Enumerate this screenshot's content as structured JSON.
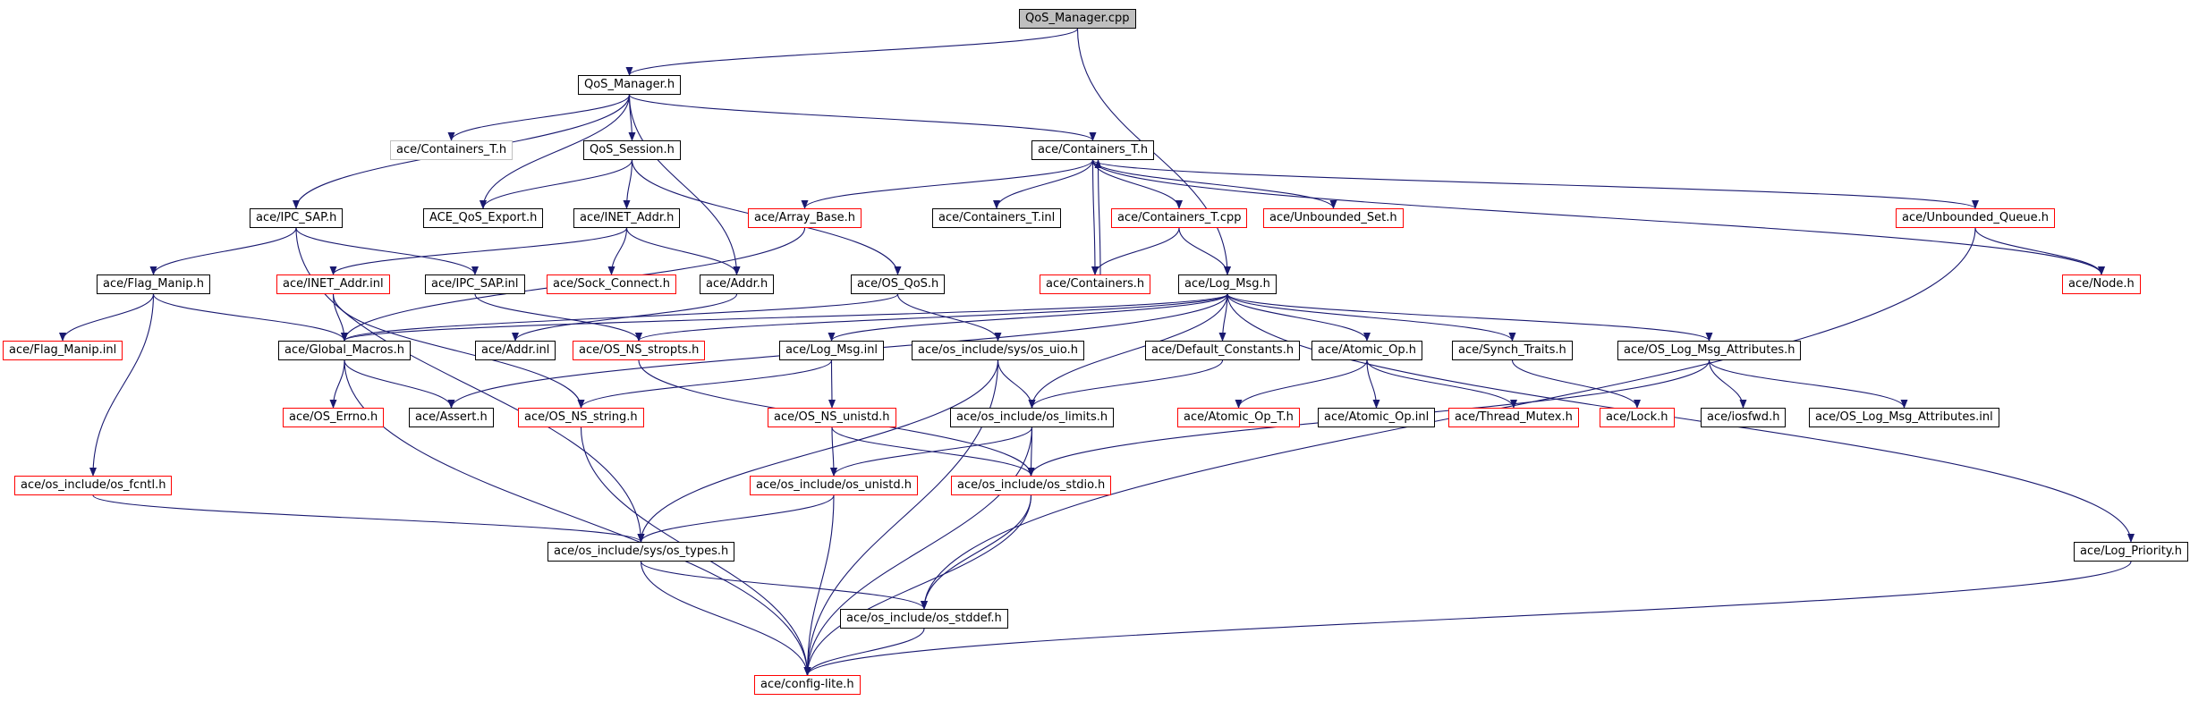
{
  "colors": {
    "edge": "#191970",
    "border_normal": "#000000",
    "border_missing": "#ff0000",
    "border_gray": "#bfbfbf",
    "root_fill": "#bfbfbf"
  },
  "nodes": [
    {
      "id": "qos_manager_cpp",
      "label": "QoS_Manager.cpp",
      "style": "root"
    },
    {
      "id": "qos_manager_h",
      "label": "QoS_Manager.h",
      "style": "normal"
    },
    {
      "id": "containers_t_h_gray",
      "label": "ace/Containers_T.h",
      "style": "gray"
    },
    {
      "id": "qos_session_h",
      "label": "QoS_Session.h",
      "style": "normal"
    },
    {
      "id": "containers_t_h",
      "label": "ace/Containers_T.h",
      "style": "normal"
    },
    {
      "id": "ipc_sap_h",
      "label": "ace/IPC_SAP.h",
      "style": "normal"
    },
    {
      "id": "ace_qos_export_h",
      "label": "ACE_QoS_Export.h",
      "style": "normal"
    },
    {
      "id": "inet_addr_h",
      "label": "ace/INET_Addr.h",
      "style": "normal"
    },
    {
      "id": "array_base_h",
      "label": "ace/Array_Base.h",
      "style": "red"
    },
    {
      "id": "containers_t_inl",
      "label": "ace/Containers_T.inl",
      "style": "normal"
    },
    {
      "id": "containers_t_cpp",
      "label": "ace/Containers_T.cpp",
      "style": "red"
    },
    {
      "id": "unbounded_set_h",
      "label": "ace/Unbounded_Set.h",
      "style": "red"
    },
    {
      "id": "unbounded_queue_h",
      "label": "ace/Unbounded_Queue.h",
      "style": "red"
    },
    {
      "id": "flag_manip_h",
      "label": "ace/Flag_Manip.h",
      "style": "normal"
    },
    {
      "id": "inet_addr_inl",
      "label": "ace/INET_Addr.inl",
      "style": "red"
    },
    {
      "id": "ipc_sap_inl",
      "label": "ace/IPC_SAP.inl",
      "style": "normal"
    },
    {
      "id": "sock_connect_h",
      "label": "ace/Sock_Connect.h",
      "style": "red"
    },
    {
      "id": "addr_h",
      "label": "ace/Addr.h",
      "style": "normal"
    },
    {
      "id": "os_qos_h",
      "label": "ace/OS_QoS.h",
      "style": "normal"
    },
    {
      "id": "containers_h",
      "label": "ace/Containers.h",
      "style": "red"
    },
    {
      "id": "log_msg_h",
      "label": "ace/Log_Msg.h",
      "style": "normal"
    },
    {
      "id": "node_h",
      "label": "ace/Node.h",
      "style": "red"
    },
    {
      "id": "flag_manip_inl",
      "label": "ace/Flag_Manip.inl",
      "style": "red"
    },
    {
      "id": "global_macros_h",
      "label": "ace/Global_Macros.h",
      "style": "normal"
    },
    {
      "id": "addr_inl",
      "label": "ace/Addr.inl",
      "style": "normal"
    },
    {
      "id": "os_ns_stropts_h",
      "label": "ace/OS_NS_stropts.h",
      "style": "red"
    },
    {
      "id": "log_msg_inl",
      "label": "ace/Log_Msg.inl",
      "style": "normal"
    },
    {
      "id": "os_sys_uio_h",
      "label": "ace/os_include/sys/os_uio.h",
      "style": "normal"
    },
    {
      "id": "default_constants_h",
      "label": "ace/Default_Constants.h",
      "style": "normal"
    },
    {
      "id": "atomic_op_h",
      "label": "ace/Atomic_Op.h",
      "style": "normal"
    },
    {
      "id": "synch_traits_h",
      "label": "ace/Synch_Traits.h",
      "style": "normal"
    },
    {
      "id": "os_log_msg_attributes_h",
      "label": "ace/OS_Log_Msg_Attributes.h",
      "style": "normal"
    },
    {
      "id": "os_errno_h",
      "label": "ace/OS_Errno.h",
      "style": "red"
    },
    {
      "id": "assert_h",
      "label": "ace/Assert.h",
      "style": "normal"
    },
    {
      "id": "os_ns_string_h",
      "label": "ace/OS_NS_string.h",
      "style": "red"
    },
    {
      "id": "os_ns_unistd_h",
      "label": "ace/OS_NS_unistd.h",
      "style": "red"
    },
    {
      "id": "os_limits_h",
      "label": "ace/os_include/os_limits.h",
      "style": "normal"
    },
    {
      "id": "atomic_op_t_h",
      "label": "ace/Atomic_Op_T.h",
      "style": "red"
    },
    {
      "id": "atomic_op_inl",
      "label": "ace/Atomic_Op.inl",
      "style": "normal"
    },
    {
      "id": "thread_mutex_h",
      "label": "ace/Thread_Mutex.h",
      "style": "red"
    },
    {
      "id": "lock_h",
      "label": "ace/Lock.h",
      "style": "red"
    },
    {
      "id": "iosfwd_h",
      "label": "ace/iosfwd.h",
      "style": "normal"
    },
    {
      "id": "os_log_msg_attributes_inl",
      "label": "ace/OS_Log_Msg_Attributes.inl",
      "style": "normal"
    },
    {
      "id": "os_fcntl_h",
      "label": "ace/os_include/os_fcntl.h",
      "style": "red"
    },
    {
      "id": "os_unistd_h",
      "label": "ace/os_include/os_unistd.h",
      "style": "red"
    },
    {
      "id": "os_stdio_h",
      "label": "ace/os_include/os_stdio.h",
      "style": "red"
    },
    {
      "id": "os_sys_types_h",
      "label": "ace/os_include/sys/os_types.h",
      "style": "normal"
    },
    {
      "id": "log_priority_h",
      "label": "ace/Log_Priority.h",
      "style": "normal"
    },
    {
      "id": "os_stddef_h",
      "label": "ace/os_include/os_stddef.h",
      "style": "normal"
    },
    {
      "id": "config_lite_h",
      "label": "ace/config-lite.h",
      "style": "red"
    }
  ],
  "edges": [
    [
      "qos_manager_cpp",
      "qos_manager_h"
    ],
    [
      "qos_manager_cpp",
      "log_msg_h"
    ],
    [
      "qos_manager_h",
      "containers_t_h_gray"
    ],
    [
      "qos_manager_h",
      "qos_session_h"
    ],
    [
      "qos_manager_h",
      "containers_t_h"
    ],
    [
      "qos_manager_h",
      "ipc_sap_h"
    ],
    [
      "qos_manager_h",
      "ace_qos_export_h"
    ],
    [
      "qos_manager_h",
      "addr_h"
    ],
    [
      "qos_session_h",
      "ace_qos_export_h"
    ],
    [
      "qos_session_h",
      "inet_addr_h"
    ],
    [
      "qos_session_h",
      "os_qos_h"
    ],
    [
      "containers_t_h",
      "array_base_h"
    ],
    [
      "containers_t_h",
      "containers_t_inl"
    ],
    [
      "containers_t_h",
      "containers_t_cpp"
    ],
    [
      "containers_t_h",
      "unbounded_set_h"
    ],
    [
      "containers_t_h",
      "unbounded_queue_h"
    ],
    [
      "containers_t_h",
      "node_h"
    ],
    [
      "containers_t_h",
      "containers_h"
    ],
    [
      "containers_h",
      "containers_t_h"
    ],
    [
      "containers_t_cpp",
      "containers_h"
    ],
    [
      "containers_t_cpp",
      "log_msg_h"
    ],
    [
      "ipc_sap_h",
      "flag_manip_h"
    ],
    [
      "ipc_sap_h",
      "ipc_sap_inl"
    ],
    [
      "ipc_sap_h",
      "os_sys_types_h"
    ],
    [
      "inet_addr_h",
      "inet_addr_inl"
    ],
    [
      "inet_addr_h",
      "sock_connect_h"
    ],
    [
      "inet_addr_h",
      "addr_h"
    ],
    [
      "array_base_h",
      "global_macros_h"
    ],
    [
      "unbounded_queue_h",
      "node_h"
    ],
    [
      "unbounded_queue_h",
      "os_stddef_h"
    ],
    [
      "flag_manip_h",
      "flag_manip_inl"
    ],
    [
      "flag_manip_h",
      "global_macros_h"
    ],
    [
      "flag_manip_h",
      "os_fcntl_h"
    ],
    [
      "inet_addr_inl",
      "global_macros_h"
    ],
    [
      "inet_addr_inl",
      "os_ns_string_h"
    ],
    [
      "ipc_sap_inl",
      "os_ns_stropts_h"
    ],
    [
      "addr_h",
      "addr_inl"
    ],
    [
      "os_qos_h",
      "global_macros_h"
    ],
    [
      "os_qos_h",
      "os_sys_uio_h"
    ],
    [
      "log_msg_h",
      "global_macros_h"
    ],
    [
      "log_msg_h",
      "os_ns_stropts_h"
    ],
    [
      "log_msg_h",
      "log_msg_inl"
    ],
    [
      "log_msg_h",
      "default_constants_h"
    ],
    [
      "log_msg_h",
      "atomic_op_h"
    ],
    [
      "log_msg_h",
      "synch_traits_h"
    ],
    [
      "log_msg_h",
      "os_log_msg_attributes_h"
    ],
    [
      "log_msg_h",
      "os_limits_h"
    ],
    [
      "log_msg_h",
      "log_priority_h"
    ],
    [
      "log_msg_h",
      "assert_h"
    ],
    [
      "global_macros_h",
      "os_errno_h"
    ],
    [
      "global_macros_h",
      "assert_h"
    ],
    [
      "global_macros_h",
      "config_lite_h"
    ],
    [
      "os_ns_stropts_h",
      "os_stdio_h"
    ],
    [
      "log_msg_inl",
      "os_ns_unistd_h"
    ],
    [
      "log_msg_inl",
      "os_ns_string_h"
    ],
    [
      "os_sys_uio_h",
      "os_sys_types_h"
    ],
    [
      "os_sys_uio_h",
      "os_limits_h"
    ],
    [
      "os_sys_uio_h",
      "config_lite_h"
    ],
    [
      "default_constants_h",
      "os_limits_h"
    ],
    [
      "atomic_op_h",
      "atomic_op_t_h"
    ],
    [
      "atomic_op_h",
      "atomic_op_inl"
    ],
    [
      "atomic_op_h",
      "thread_mutex_h"
    ],
    [
      "synch_traits_h",
      "lock_h"
    ],
    [
      "os_log_msg_attributes_h",
      "iosfwd_h"
    ],
    [
      "os_log_msg_attributes_h",
      "os_log_msg_attributes_inl"
    ],
    [
      "os_log_msg_attributes_h",
      "os_stdio_h"
    ],
    [
      "os_ns_string_h",
      "config_lite_h"
    ],
    [
      "os_ns_unistd_h",
      "os_unistd_h"
    ],
    [
      "os_ns_unistd_h",
      "os_stdio_h"
    ],
    [
      "os_limits_h",
      "os_unistd_h"
    ],
    [
      "os_limits_h",
      "os_stdio_h"
    ],
    [
      "os_limits_h",
      "config_lite_h"
    ],
    [
      "os_fcntl_h",
      "os_sys_types_h"
    ],
    [
      "os_unistd_h",
      "os_sys_types_h"
    ],
    [
      "os_unistd_h",
      "config_lite_h"
    ],
    [
      "os_stdio_h",
      "os_stddef_h"
    ],
    [
      "os_stdio_h",
      "config_lite_h"
    ],
    [
      "os_sys_types_h",
      "os_stddef_h"
    ],
    [
      "os_sys_types_h",
      "config_lite_h"
    ],
    [
      "os_stddef_h",
      "config_lite_h"
    ],
    [
      "log_priority_h",
      "config_lite_h"
    ]
  ]
}
